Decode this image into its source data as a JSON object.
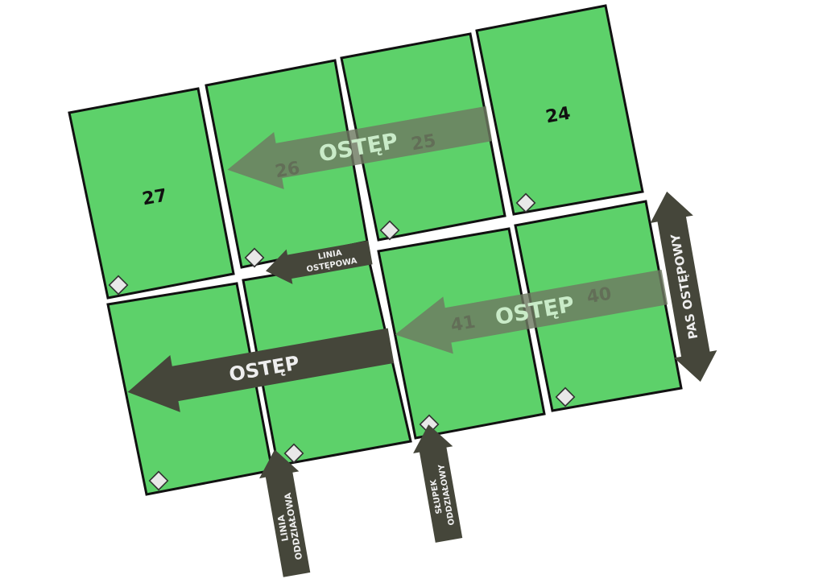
{
  "colors": {
    "plot_fill": "#5dd16a",
    "plot_border": "#111111",
    "arrow_dark": "#45463a",
    "arrow_transparent": "#6e7a61",
    "label_light": "#eeeeee",
    "label_transparent": "#c9ebc8",
    "marker_fill": "#e8e8e8",
    "background": "#ffffff"
  },
  "plots": [
    {
      "id": "27",
      "number": "27"
    },
    {
      "id": "26",
      "number": "26"
    },
    {
      "id": "25",
      "number": "25"
    },
    {
      "id": "24",
      "number": "24"
    },
    {
      "id": "41",
      "number": "41"
    },
    {
      "id": "40",
      "number": "40"
    }
  ],
  "arrows": {
    "ostep_top": {
      "label": "OSTĘP"
    },
    "ostep_mid": {
      "label": "OSTĘP"
    },
    "ostep_main": {
      "label": "OSTĘP"
    },
    "linia_ostepowa": {
      "line1": "LINIA",
      "line2": "OSTĘPOWA"
    },
    "pas_ostepowy": {
      "label": "PAS OSTĘPOWY"
    },
    "linia_oddzialowa": {
      "line1": "LINIA",
      "line2": "ODDZIAŁOWA"
    },
    "slupek_oddzialowy": {
      "line1": "SŁUPEK",
      "line2": "ODDZIAŁOWY"
    }
  }
}
